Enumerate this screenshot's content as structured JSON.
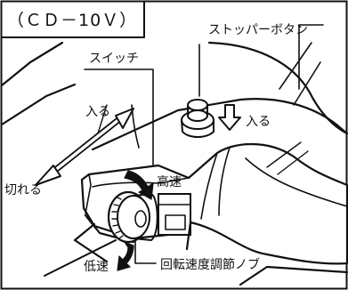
{
  "model_label": "（ＣＤ－10Ｖ）",
  "labels": {
    "stopper_button": "ストッパーボタン",
    "switch": "スイッチ",
    "stopper_in": "入る",
    "switch_on": "入る",
    "switch_off": "切れる",
    "high_speed": "高速",
    "low_speed": "低速",
    "speed_knob": "回転速度調節ノブ"
  }
}
